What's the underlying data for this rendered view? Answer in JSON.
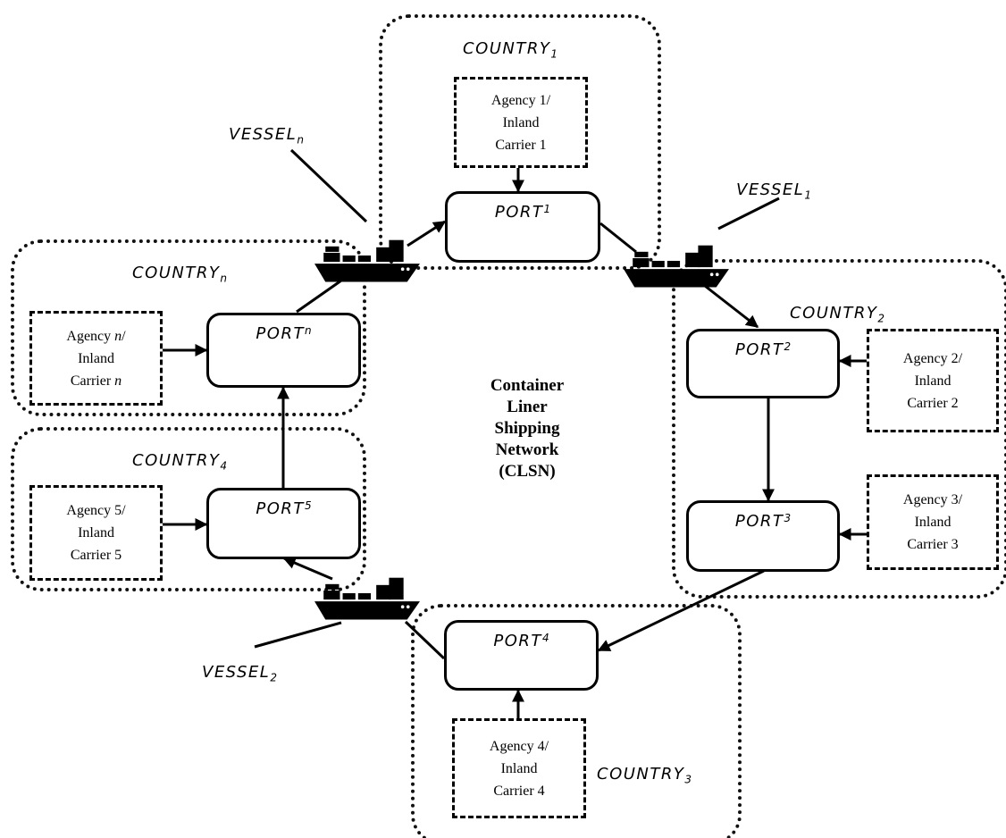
{
  "countries": {
    "c1": {
      "base": "COUNTRY",
      "sub": "1"
    },
    "c2": {
      "base": "COUNTRY",
      "sub": "2"
    },
    "c3": {
      "base": "COUNTRY",
      "sub": "3"
    },
    "c4": {
      "base": "COUNTRY",
      "sub": "4"
    },
    "cn": {
      "base": "COUNTRY",
      "sub": "n"
    }
  },
  "ports": {
    "p1": {
      "base": "PORT",
      "sub": "1"
    },
    "p2": {
      "base": "PORT",
      "sub": "2"
    },
    "p3": {
      "base": "PORT",
      "sub": "3"
    },
    "p4": {
      "base": "PORT",
      "sub": "4"
    },
    "p5": {
      "base": "PORT",
      "sub": "5"
    },
    "pn": {
      "base": "PORT",
      "sub": "n"
    }
  },
  "agencies": {
    "a1": {
      "line1": "Agency 1/",
      "line2": "Inland",
      "line3": "Carrier 1"
    },
    "a2": {
      "line1": "Agency 2/",
      "line2": "Inland",
      "line3": "Carrier 2"
    },
    "a3": {
      "line1": "Agency 3/",
      "line2": "Inland",
      "line3": "Carrier 3"
    },
    "a4": {
      "line1": "Agency 4/",
      "line2": "Inland",
      "line3": "Carrier 4"
    },
    "a5": {
      "line1": "Agency 5/",
      "line2": "Inland",
      "line3": "Carrier 5"
    },
    "an": {
      "line1": "Agency ",
      "line1_italic": "n",
      "line1_suffix": "/",
      "line2": "Inland",
      "line3": "Carrier ",
      "line3_italic": "n"
    }
  },
  "vessels": {
    "v1": {
      "base": "VESSEL",
      "sub": "1"
    },
    "v2": {
      "base": "VESSEL",
      "sub": "2"
    },
    "vn": {
      "base": "VESSEL",
      "sub": "n"
    }
  },
  "center": {
    "lines": [
      "Container",
      "Liner",
      "Shipping",
      "Network",
      "(CLSN)"
    ]
  },
  "colors": {
    "ink": "#000000",
    "background": "#ffffff"
  }
}
